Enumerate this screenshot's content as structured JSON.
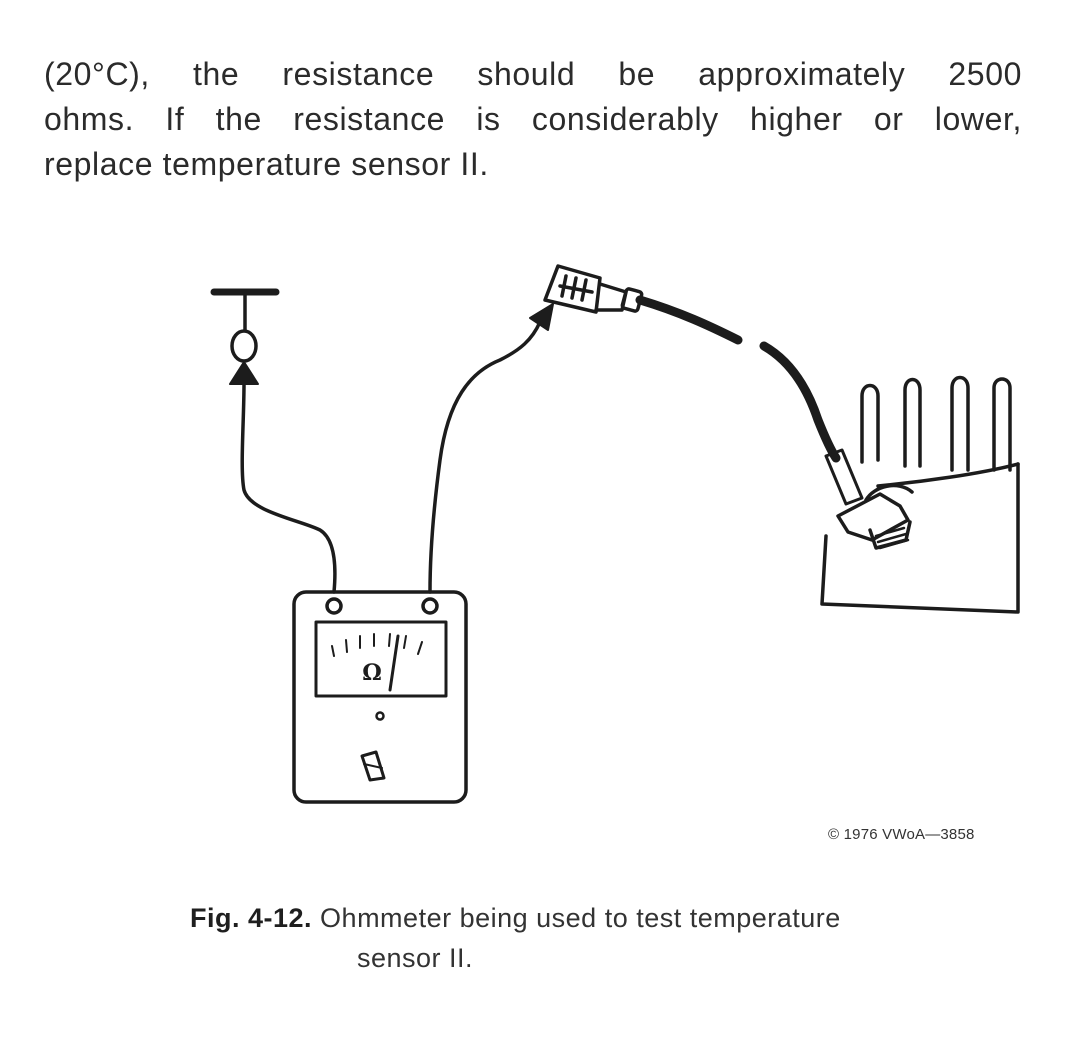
{
  "paragraph": {
    "line1": "(20°C), the resistance should be approximately 2500",
    "line2": "ohms. If the resistance is considerably higher or lower,",
    "line3": "replace temperature sensor II."
  },
  "figure": {
    "meter_symbol": "Ω",
    "credit": "© 1976 VWoA—3858"
  },
  "caption": {
    "number": "Fig. 4-12.",
    "text_line1": "Ohmmeter being used to test temperature",
    "text_line2": "sensor II."
  }
}
